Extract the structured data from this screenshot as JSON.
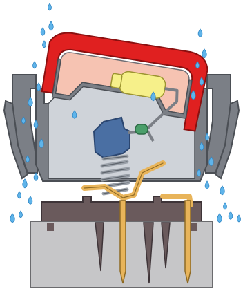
{
  "diagram": {
    "subject": "switch-cross-section",
    "has_text_labels": false,
    "colors": {
      "background": "#ffffff",
      "housing_gray": "#7b7f86",
      "housing_gray_dark": "#4b4f55",
      "interior_light": "#cfd3d9",
      "base_block": "#c6c6c8",
      "base_dark": "#6a5a5c",
      "rocker_red": "#e02020",
      "rocker_inner": "#f6c3b2",
      "lamp_yellow": "#f6f08a",
      "spring_gray": "#9aa0a8",
      "cam_blue": "#4a6fa3",
      "contact_brass": "#e8b45a",
      "diode_green": "#4a9e6a",
      "water_drop": "#5fb4ea"
    },
    "icons": [
      "rocker-actuator",
      "indicator-lamp",
      "return-spring",
      "contact-arm",
      "terminal-pin",
      "water-droplet"
    ]
  }
}
